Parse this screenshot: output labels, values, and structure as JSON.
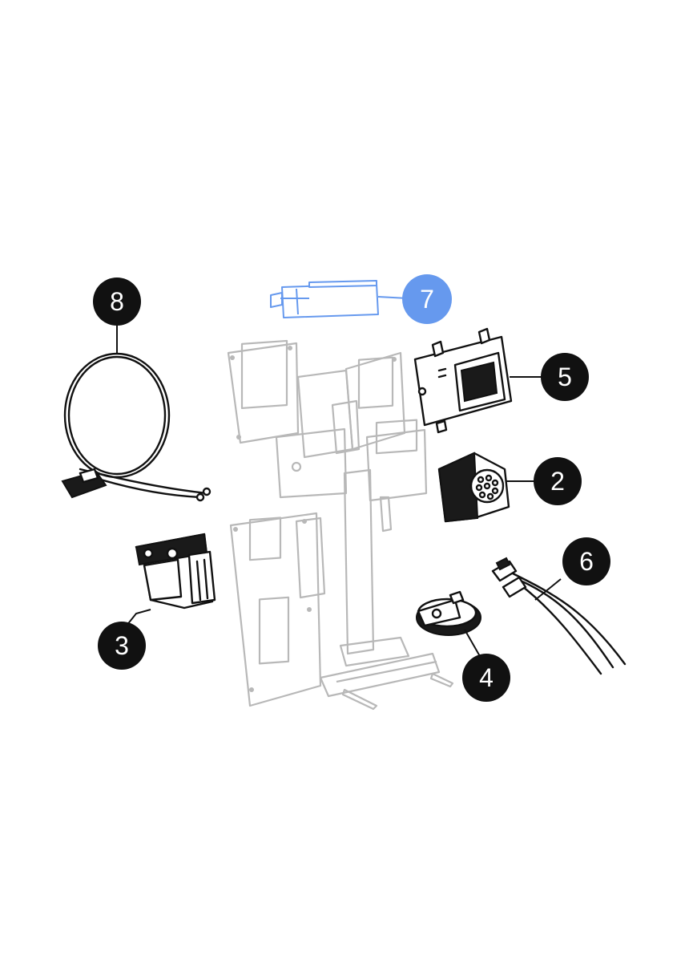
{
  "diagram": {
    "callouts": [
      {
        "id": "8",
        "label": "8",
        "highlighted": false,
        "part": "fuse-wire-harness"
      },
      {
        "id": "7",
        "label": "7",
        "highlighted": true,
        "part": "connector-plug"
      },
      {
        "id": "5",
        "label": "5",
        "highlighted": false,
        "part": "control-module"
      },
      {
        "id": "2",
        "label": "2",
        "highlighted": false,
        "part": "rear-connector-socket"
      },
      {
        "id": "6",
        "label": "6",
        "highlighted": false,
        "part": "split-cable"
      },
      {
        "id": "3",
        "label": "3",
        "highlighted": false,
        "part": "relay-switch"
      },
      {
        "id": "4",
        "label": "4",
        "highlighted": false,
        "part": "horn"
      }
    ],
    "colors": {
      "callout_fill": "#111111",
      "callout_highlight_fill": "#6699ee",
      "frame_stroke": "#b8b8b8",
      "part_stroke": "#111111"
    }
  }
}
